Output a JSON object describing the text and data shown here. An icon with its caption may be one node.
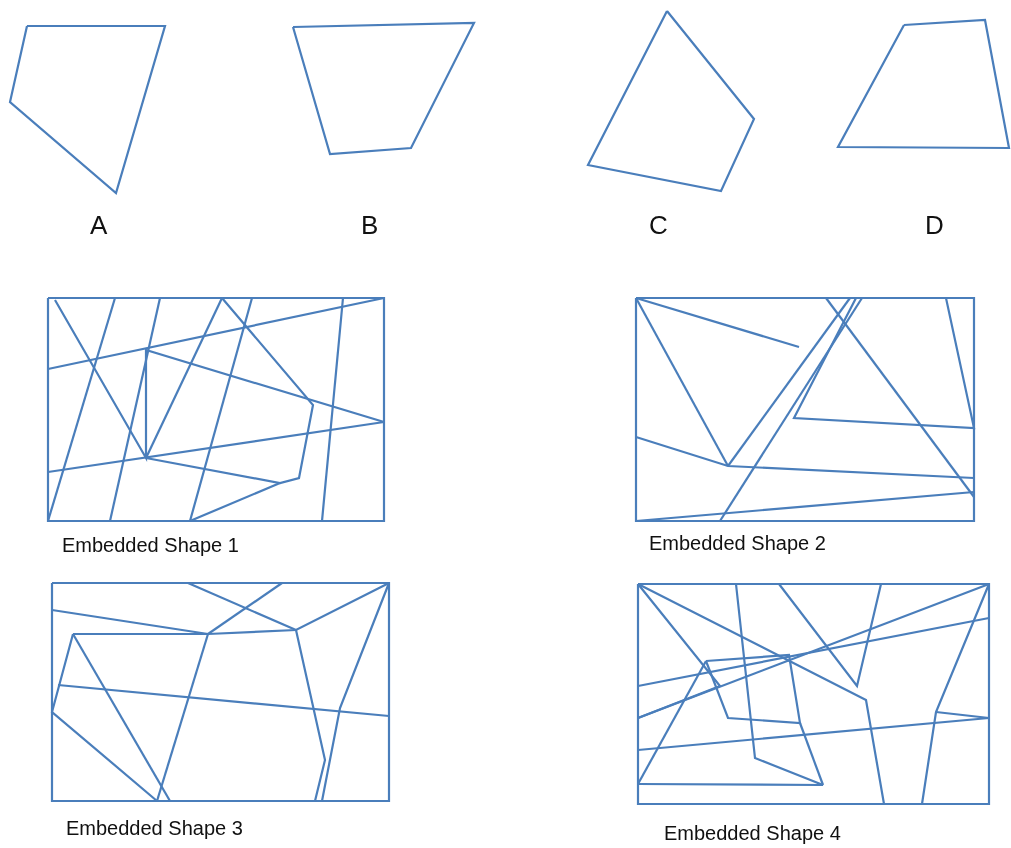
{
  "diagram": {
    "labels": [
      "A",
      "B",
      "C",
      "D",
      "Embedded Shape 1",
      "Embedded Shape 2",
      "Embedded Shape 3",
      "Embedded Shape 4"
    ]
  }
}
